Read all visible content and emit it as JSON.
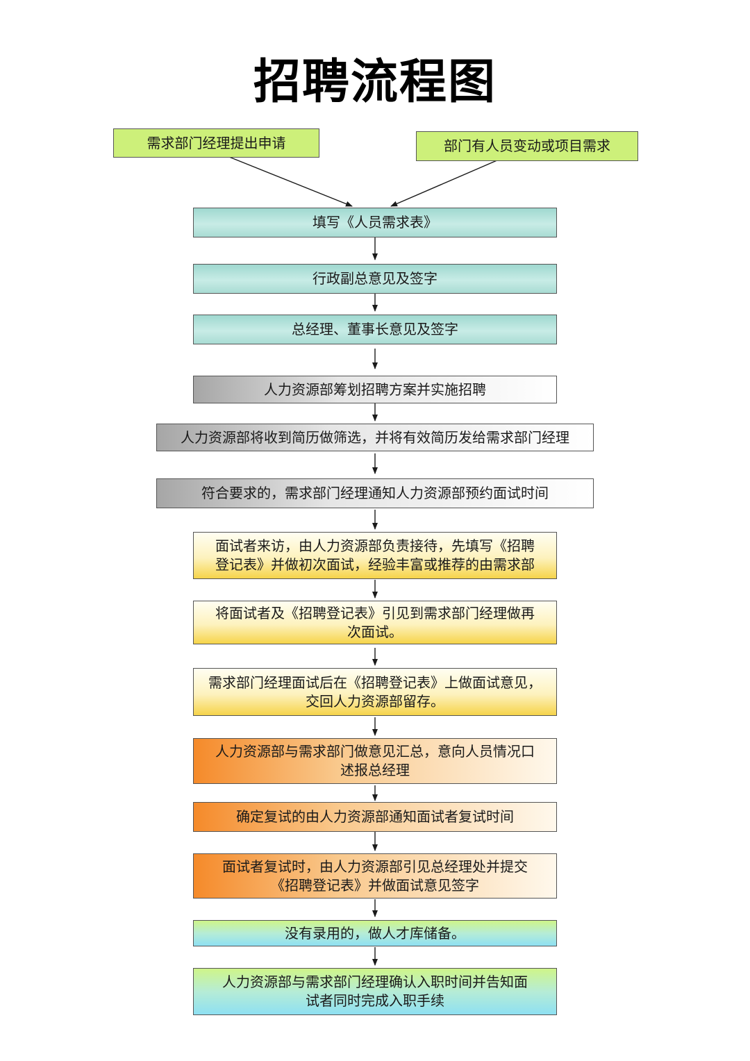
{
  "title": "招聘流程图",
  "colors": {
    "start_box": "#cdf07a",
    "approval_box": "#a9dcd4",
    "hr_box": "#d9d9d9",
    "interview_box": "#f6d44a",
    "review_box": "#f58a2a",
    "final_box": "#8ee0f2",
    "arrow": "#1a1a1a"
  },
  "start_nodes": [
    {
      "text": "需求部门经理提出申请"
    },
    {
      "text": "部门有人员变动或项目需求"
    }
  ],
  "steps": [
    {
      "text": "填写《人员需求表》"
    },
    {
      "text": "行政副总意见及签字"
    },
    {
      "text": "总经理、董事长意见及签字"
    },
    {
      "text": "人力资源部筹划招聘方案并实施招聘"
    },
    {
      "text": "人力资源部将收到简历做筛选，并将有效简历发给需求部门经理"
    },
    {
      "text": "符合要求的，需求部门经理通知人力资源部预约面试时间"
    },
    {
      "text": "面试者来访，由人力资源部负责接待，先填写《招聘\n登记表》并做初次面试，经验丰富或推荐的由需求部"
    },
    {
      "text": "将面试者及《招聘登记表》引见到需求部门经理做再\n次面试。"
    },
    {
      "text": "需求部门经理面试后在《招聘登记表》上做面试意见，\n交回人力资源部留存。"
    },
    {
      "text": "人力资源部与需求部门做意见汇总，意向人员情况口\n述报总经理"
    },
    {
      "text": "确定复试的由人力资源部通知面试者复试时间"
    },
    {
      "text": "面试者复试时，由人力资源部引见总经理处并提交\n《招聘登记表》并做面试意见签字"
    },
    {
      "text": "没有录用的，做人才库储备。"
    },
    {
      "text": "人力资源部与需求部门经理确认入职时间并告知面\n试者同时完成入职手续"
    }
  ]
}
